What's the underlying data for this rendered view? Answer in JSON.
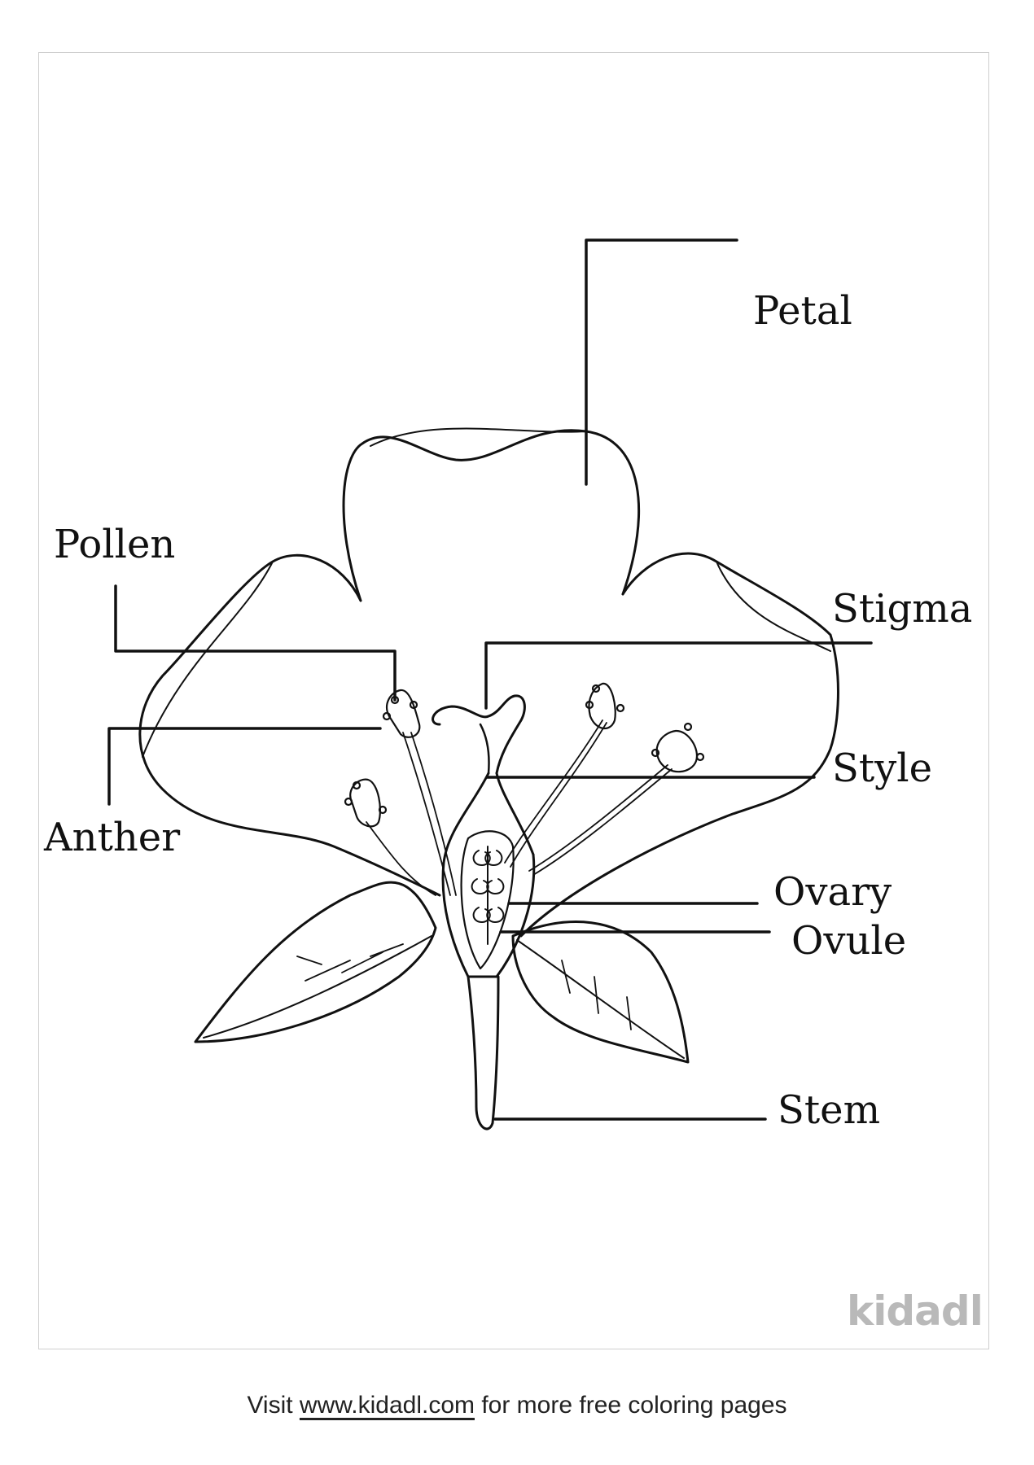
{
  "labels": {
    "petal": "Petal",
    "pollen": "Pollen",
    "stigma": "Stigma",
    "anther": "Anther",
    "style": "Style",
    "ovary": "Ovary",
    "ovule": "Ovule",
    "stem": "Stem"
  },
  "brand": "kidadl",
  "footer": {
    "prefix": "Visit ",
    "link": "www.kidadl.com",
    "suffix": " for more free coloring pages"
  }
}
